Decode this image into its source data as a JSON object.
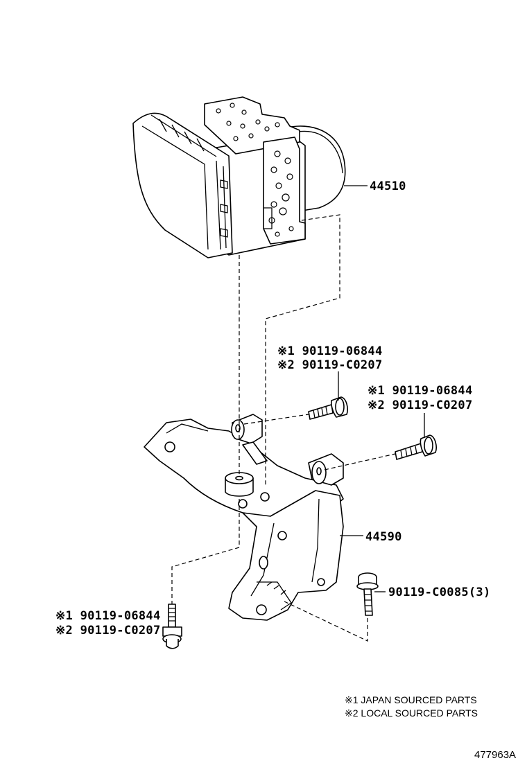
{
  "parts": {
    "actuator": "44510",
    "bracket": "44590",
    "bolt_sub_upper_1": "※1 90119-06844",
    "bolt_sub_upper_2": "※2 90119-C0207",
    "bolt_sub_right_1": "※1 90119-06844",
    "bolt_sub_right_2": "※2 90119-C0207",
    "bolt_sub_lower_1": "※1 90119-06844",
    "bolt_sub_lower_2": "※2 90119-C0207",
    "bolt_bracket": "90119-C0085(3)"
  },
  "legend": {
    "note_1": "※1 JAPAN SOURCED PARTS",
    "note_2": "※2 LOCAL SOURCED PARTS"
  },
  "figure_id": "477963A"
}
